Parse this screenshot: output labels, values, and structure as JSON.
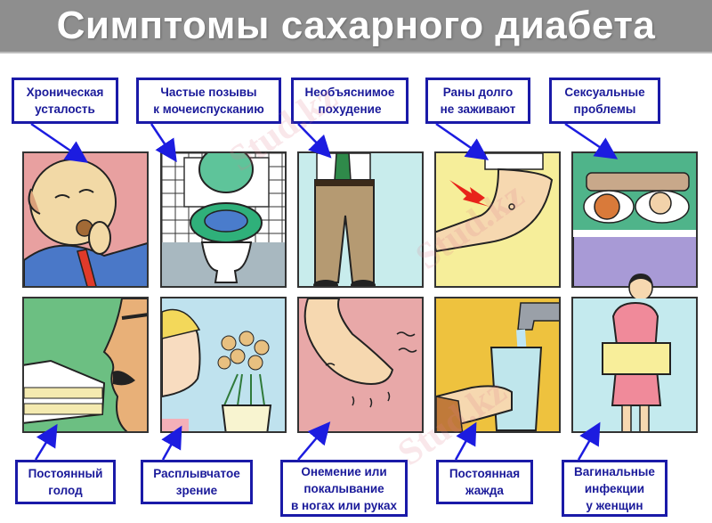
{
  "title": "Симптомы сахарного диабета",
  "colors": {
    "title_bg": "#8e8e8e",
    "label_border": "#1a1aa8",
    "label_text": "#1a1a9a",
    "arrow": "#1c1ce0"
  },
  "top_row": [
    {
      "label": "Хроническая\nусталость",
      "panel_bg": "#e8a0a0",
      "icon": "tired-man-eating-icon"
    },
    {
      "label": "Частые позывы\nк мочеиспусканию",
      "panel_bg": "#f4f4f4",
      "icon": "toilet-icon"
    },
    {
      "label": "Необъяснимое\nпохудение",
      "panel_bg": "#c8ecec",
      "icon": "loose-trousers-icon"
    },
    {
      "label": "Раны долго\nне заживают",
      "panel_bg": "#f6ee9a",
      "icon": "wounded-arm-icon"
    },
    {
      "label": "Сексуальные\nпроблемы",
      "panel_bg": "#4fb48a",
      "icon": "couple-in-bed-icon"
    }
  ],
  "bottom_row": [
    {
      "label": "Постоянный\nголод",
      "panel_bg": "#6cbf82",
      "icon": "man-eating-cake-icon"
    },
    {
      "label": "Расплывчатое\nзрение",
      "panel_bg": "#bfe2ee",
      "icon": "girl-looking-at-flowers-icon"
    },
    {
      "label": "Онемение или\nпокалывание\nв ногах или руках",
      "panel_bg": "#e8a8a8",
      "icon": "numb-foot-icon"
    },
    {
      "label": "Постоянная\nжажда",
      "panel_bg": "#eec23e",
      "icon": "glass-of-water-icon"
    },
    {
      "label": "Вагинальные\nинфекции\nу женщин",
      "panel_bg": "#c4eaee",
      "icon": "woman-with-sign-icon"
    }
  ],
  "watermark": "Stud.kz"
}
